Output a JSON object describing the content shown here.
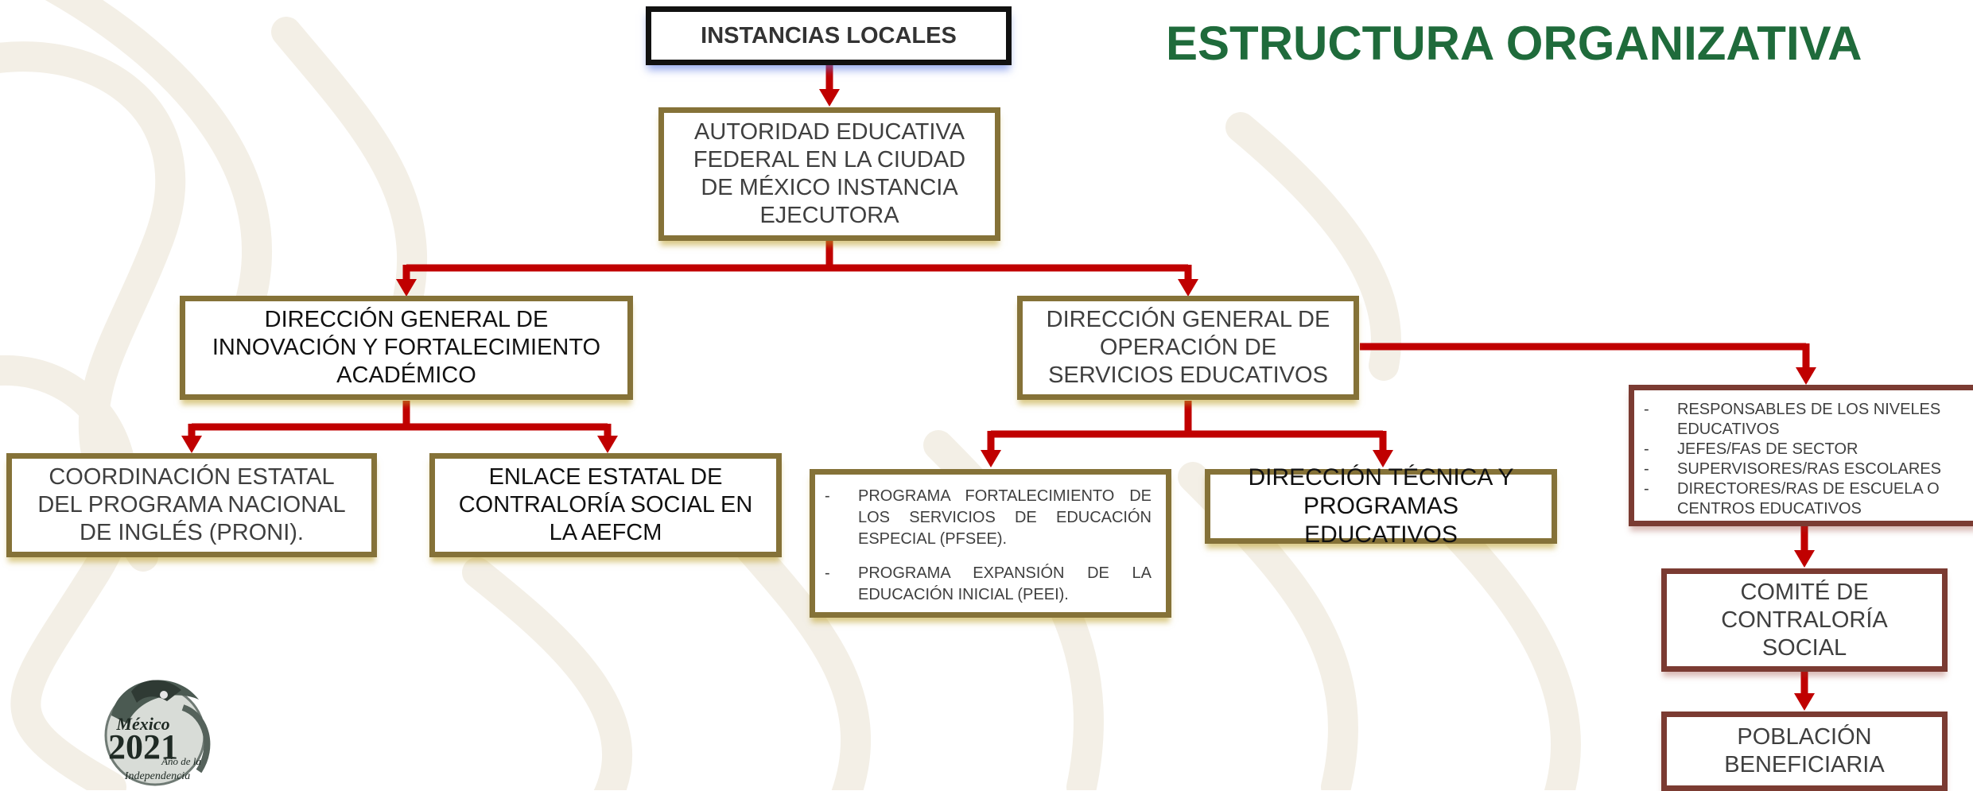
{
  "title": "ESTRUCTURA ORGANIZATIVA",
  "colors": {
    "title": "#1f6b3b",
    "connector": "#c00000",
    "gold_border": "#857238",
    "brown_border": "#7b3b32",
    "black_border": "#111111"
  },
  "nodes": {
    "instancias": "INSTANCIAS LOCALES",
    "autoridad": "AUTORIDAD EDUCATIVA FEDERAL EN LA CIUDAD DE MÉXICO INSTANCIA EJECUTORA",
    "dgifa": "DIRECCIÓN GENERAL DE INNOVACIÓN Y FORTALECIMIENTO ACADÉMICO",
    "dgose": "DIRECCIÓN GENERAL DE OPERACIÓN DE SERVICIOS EDUCATIVOS",
    "proni": "COORDINACIÓN ESTATAL DEL PROGRAMA NACIONAL DE INGLÉS (PRONI).",
    "enlace": "ENLACE ESTATAL DE CONTRALORÍA SOCIAL EN LA AEFCM",
    "programas": [
      "PROGRAMA FORTALECIMIENTO DE LOS SERVICIOS DE EDUCACIÓN ESPECIAL (PFSEE).",
      "PROGRAMA EXPANSIÓN DE LA EDUCACIÓN INICIAL (PEEI)."
    ],
    "direccion_tecnica": "DIRECCIÓN TÉCNICA Y PROGRAMAS EDUCATIVOS",
    "responsables": [
      "RESPONSABLES DE LOS NIVELES EDUCATIVOS",
      "JEFES/FAS DE SECTOR",
      "SUPERVISORES/RAS ESCOLARES",
      "DIRECTORES/RAS DE ESCUELA O CENTROS EDUCATIVOS"
    ],
    "comite": "COMITÉ DE CONTRALORÍA SOCIAL",
    "poblacion": "POBLACIÓN BENEFICIARIA"
  },
  "logo": {
    "line1": "México",
    "line2": "2021",
    "line3": "Año de la",
    "line4": "Independencia"
  }
}
